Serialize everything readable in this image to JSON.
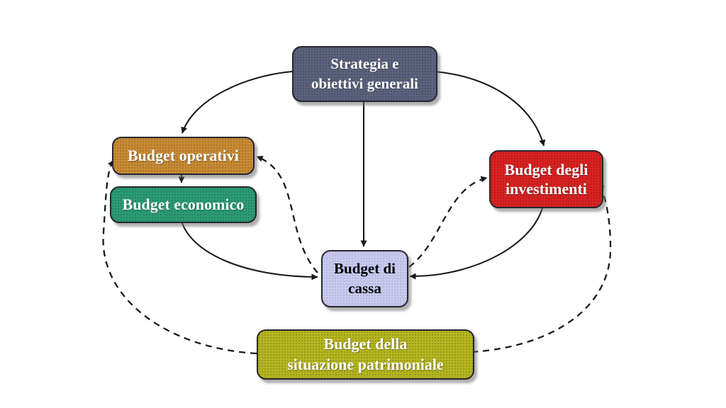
{
  "diagram": {
    "background_color": "#ffffff",
    "arrow_color": "#1a1a1a",
    "nodes": [
      {
        "id": "strategia",
        "lines": [
          "Strategia e",
          "obiettivi generali"
        ],
        "fill": "#5b627e",
        "text_color": "#ffffff"
      },
      {
        "id": "budget-operativi",
        "lines": [
          "Budget operativi"
        ],
        "fill": "#c98b33",
        "text_color": "#ffffff"
      },
      {
        "id": "budget-economico",
        "lines": [
          "Budget economico"
        ],
        "fill": "#2a9c74",
        "text_color": "#ffffff"
      },
      {
        "id": "budget-investimenti",
        "lines": [
          "Budget degli",
          "investimenti"
        ],
        "fill": "#d92121",
        "text_color": "#ffffff"
      },
      {
        "id": "budget-cassa",
        "lines": [
          "Budget di",
          "cassa"
        ],
        "fill": "#c7c9ee",
        "text_color": "#000000"
      },
      {
        "id": "budget-patrimoniale",
        "lines": [
          "Budget della",
          "situazione patrimoniale"
        ],
        "fill": "#b5b61e",
        "text_color": "#ffffff"
      }
    ],
    "edges": [
      {
        "from": "strategia",
        "to": "budget-operativi",
        "style": "solid"
      },
      {
        "from": "strategia",
        "to": "budget-cassa",
        "style": "solid"
      },
      {
        "from": "strategia",
        "to": "budget-investimenti",
        "style": "solid"
      },
      {
        "from": "budget-operativi",
        "to": "budget-economico",
        "style": "solid"
      },
      {
        "from": "budget-economico",
        "to": "budget-cassa",
        "style": "solid"
      },
      {
        "from": "budget-investimenti",
        "to": "budget-cassa",
        "style": "solid"
      },
      {
        "from": "budget-cassa",
        "to": "budget-operativi",
        "style": "dashed"
      },
      {
        "from": "budget-cassa",
        "to": "budget-investimenti",
        "style": "dashed"
      },
      {
        "from": "budget-patrimoniale",
        "to": "budget-operativi",
        "style": "dashed"
      },
      {
        "from": "budget-patrimoniale",
        "to": "budget-investimenti",
        "style": "dashed"
      }
    ]
  }
}
